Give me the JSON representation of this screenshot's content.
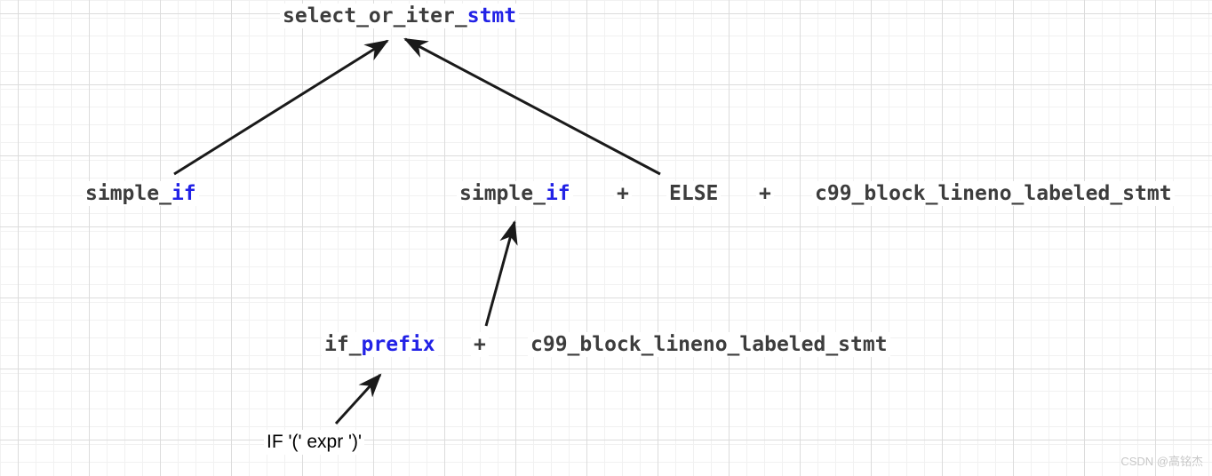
{
  "colors": {
    "symbol_dark": "#3d3d3d",
    "symbol_blue": "#2222e6",
    "arrow": "#1a1a1a",
    "grid_minor": "#f1f1f1",
    "grid_major": "#dcdcdc",
    "watermark": "#c8c8c8"
  },
  "nodes": {
    "root": {
      "prefix": "select_or_iter_",
      "suffix": "stmt"
    },
    "left_simple_if": {
      "prefix": "simple_",
      "suffix": "if"
    },
    "mid_row": {
      "simple_if": {
        "prefix": "simple_",
        "suffix": "if"
      },
      "plus1": "+",
      "else_kw": "ELSE",
      "plus2": "+",
      "c99": "c99_block_lineno_labeled_stmt"
    },
    "lower_row": {
      "if_prefix": {
        "prefix": "if_",
        "suffix": "prefix"
      },
      "plus": "+",
      "c99": "c99_block_lineno_labeled_stmt"
    },
    "leaf": "IF '(' expr ')'"
  },
  "watermark": "CSDN @高铭杰"
}
